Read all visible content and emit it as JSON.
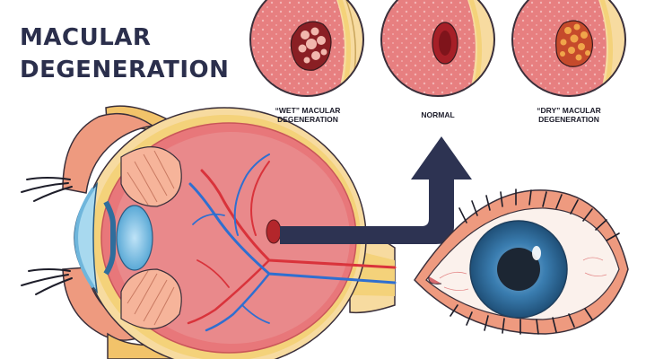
{
  "title": {
    "line1": "MACULAR",
    "line2": "DEGENERATION"
  },
  "panels": {
    "wet": {
      "line1": "“WET” MACULAR",
      "line2": "DEGENERATION"
    },
    "normal": {
      "line1": "NORMAL"
    },
    "dry": {
      "line1": "“DRY” MACULAR",
      "line2": "DEGENERATION"
    }
  },
  "colors": {
    "title": "#2b2f4c",
    "arrow": "#2d3352",
    "retina": "#e8777a",
    "sclera": "#f4d47a",
    "vein": "#2f6fd0",
    "artery": "#d9333b",
    "iris": "#2f6d9c",
    "macula": "#b3262b"
  }
}
